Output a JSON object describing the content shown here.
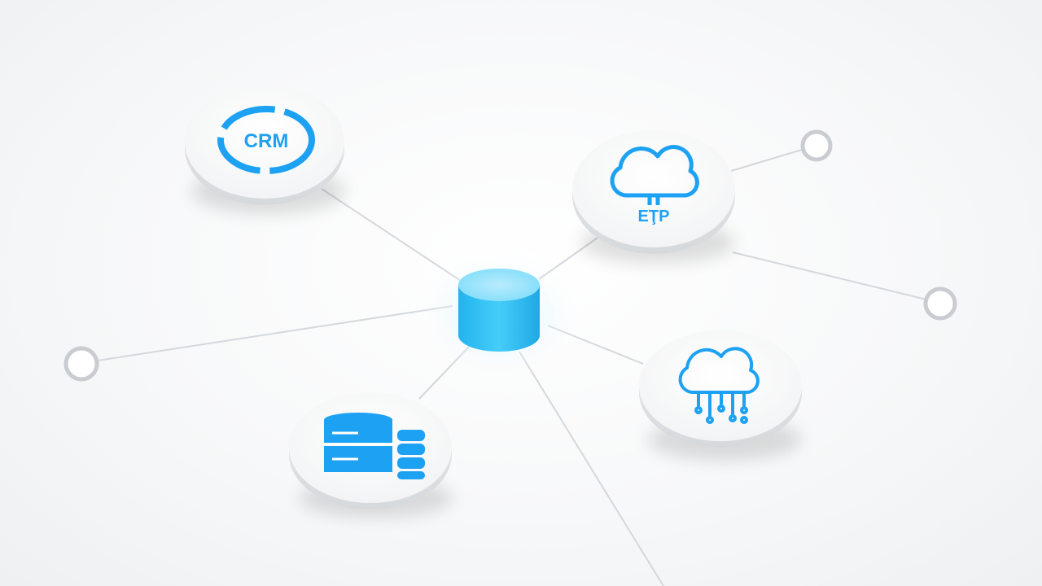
{
  "diagram": {
    "nodes": [
      {
        "id": "crm",
        "label": "CRM",
        "icon": "crm-ring-icon"
      },
      {
        "id": "erp",
        "label": "EŢP",
        "icon": "cloud-icon"
      },
      {
        "id": "cloud-storage",
        "label": "",
        "icon": "cloud-data-icon"
      },
      {
        "id": "database",
        "label": "",
        "icon": "database-stack-icon"
      },
      {
        "id": "hub",
        "label": "",
        "icon": "cylinder-hub-icon"
      }
    ],
    "endpoints": [
      "ring-endpoint",
      "ring-endpoint",
      "ring-endpoint"
    ],
    "colors": {
      "accent": "#1da1f2",
      "hub": "#38c8f6",
      "line": "#d4d8dc",
      "ring": "#c9cdd1"
    }
  }
}
